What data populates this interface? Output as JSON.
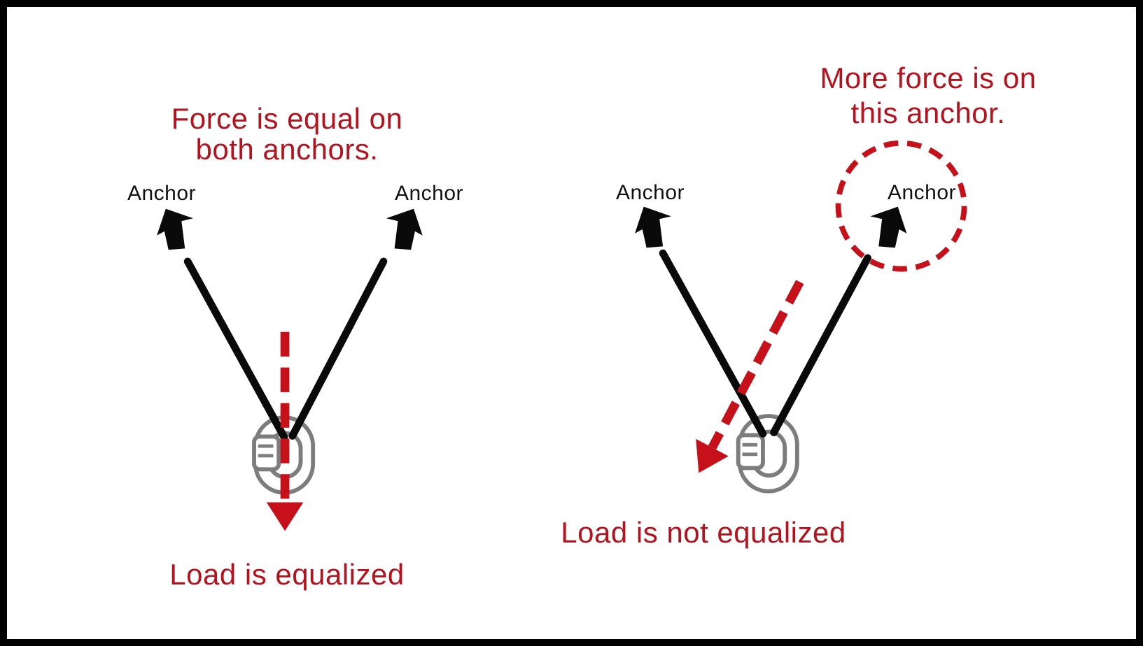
{
  "figure": {
    "description": "Anchor load equalization diagram",
    "left": {
      "title_line1": "Force is equal on",
      "title_line2": "both anchors.",
      "anchor_left_label": "Anchor",
      "anchor_right_label": "Anchor",
      "caption": "Load is equalized"
    },
    "right": {
      "title_line1": "More force is on",
      "title_line2": "this anchor.",
      "anchor_left_label": "Anchor",
      "anchor_circled_label": "Anchor",
      "caption": "Load is not equalized"
    }
  },
  "colors": {
    "text_red": "#b5121e",
    "arrow_red": "#c6101a",
    "line_black": "#0a0a0a",
    "carabiner_gray": "#7d7d7d",
    "frame_black": "#000000",
    "background": "#ffffff"
  }
}
